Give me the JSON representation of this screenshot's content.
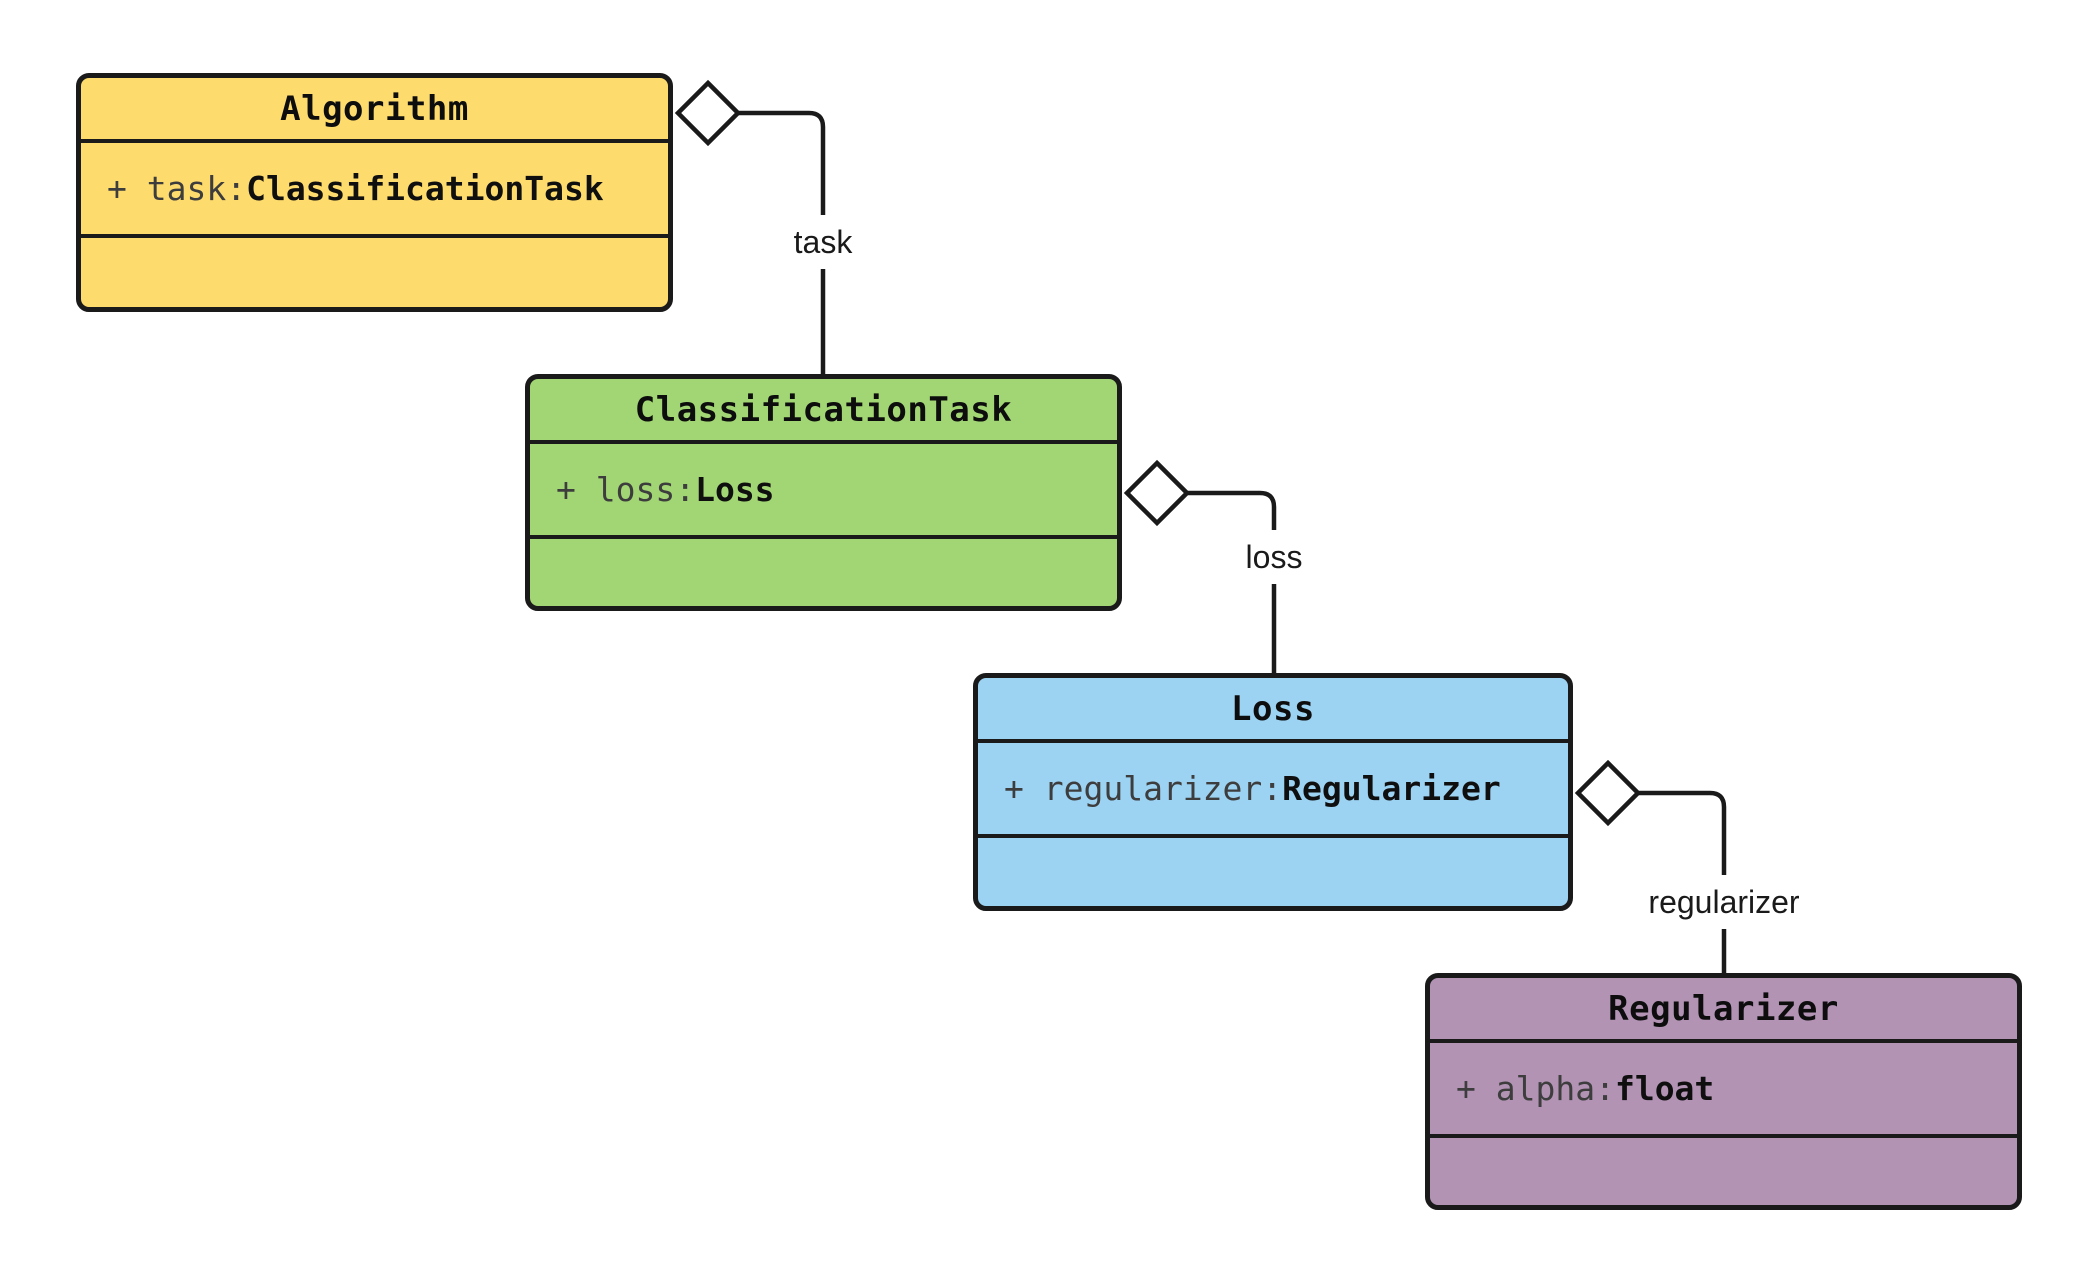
{
  "diagram": {
    "type": "uml-class-diagram",
    "background_color": "#ffffff",
    "line_color": "#1a1a1a",
    "classes": [
      {
        "name": "Algorithm",
        "fill": "#FDDB6D",
        "attributes": [
          {
            "name": "+ task:",
            "type": "ClassificationTask"
          }
        ]
      },
      {
        "name": "ClassificationTask",
        "fill": "#A2D674",
        "attributes": [
          {
            "name": "+ loss:",
            "type": "Loss"
          }
        ]
      },
      {
        "name": "Loss",
        "fill": "#9CD2F2",
        "attributes": [
          {
            "name": "+ regularizer:",
            "type": "Regularizer"
          }
        ]
      },
      {
        "name": "Regularizer",
        "fill": "#B293B4",
        "attributes": [
          {
            "name": "+ alpha:",
            "type": "float"
          }
        ]
      }
    ],
    "edges": [
      {
        "label": "task",
        "from": "Algorithm",
        "to": "ClassificationTask",
        "kind": "aggregation"
      },
      {
        "label": "loss",
        "from": "ClassificationTask",
        "to": "Loss",
        "kind": "aggregation"
      },
      {
        "label": "regularizer",
        "from": "Loss",
        "to": "Regularizer",
        "kind": "aggregation"
      }
    ]
  }
}
